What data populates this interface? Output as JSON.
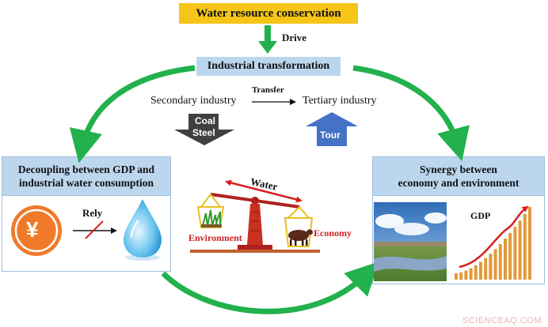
{
  "title": "Water resource conservation",
  "drive_label": "Drive",
  "industrial_transformation": "Industrial transformation",
  "secondary_industry": "Secondary industry",
  "transfer_label": "Transfer",
  "tertiary_industry": "Tertiary industry",
  "coal_label": "Coal",
  "steel_label": "Steel",
  "tour_label": "Tour",
  "decoupling": {
    "line1": "Decoupling between GDP and",
    "line2": "industrial water consumption",
    "rely_label": "Rely",
    "currency_symbol": "¥"
  },
  "balance": {
    "water_label": "Water",
    "environment_label": "Environment",
    "economy_label": "Economy"
  },
  "synergy": {
    "line1": "Synergy between",
    "line2": "economy and environment",
    "gdp_label": "GDP"
  },
  "watermark": "SCIENCEAQ.COM",
  "colors": {
    "title_bg": "#f5c518",
    "box_bg": "#bcd6ee",
    "flow_green": "#22b14c",
    "coal_arrow": "#404040",
    "tour_arrow": "#4472c4",
    "coin": "#f07a2a",
    "bar": "#e39a3a",
    "balance_red": "#cc2222",
    "accent_red": "#d81e1e"
  },
  "icons": [
    "down-arrow-icon",
    "yen-coin-icon",
    "water-drop-icon",
    "balance-scale-icon",
    "cow-icon",
    "grass-icon",
    "gdp-growth-icon"
  ]
}
